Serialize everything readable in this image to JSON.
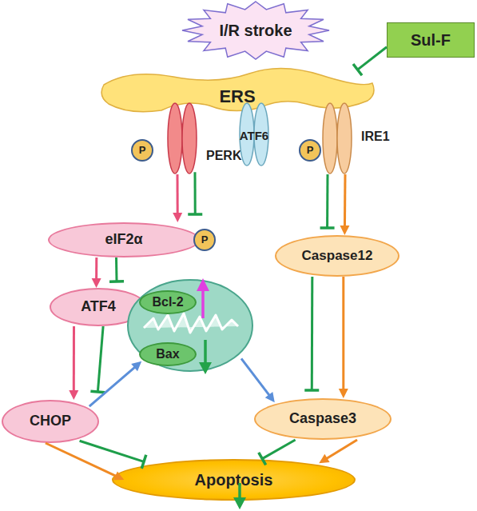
{
  "diagram": {
    "nodes": [
      {
        "text": [
          "I/R stroke"
        ]
      },
      {
        "text": [
          "Sul-F"
        ]
      },
      {
        "text": [
          "ERS"
        ]
      },
      {
        "text": [
          "P"
        ]
      },
      {
        "text": [
          "PERK"
        ]
      },
      {
        "text": [
          "ATF6"
        ]
      },
      {
        "text": [
          "P"
        ]
      },
      {
        "text": [
          "IRE1"
        ]
      },
      {
        "text": [
          "eIF2α"
        ]
      },
      {
        "text": [
          "P"
        ]
      },
      {
        "text": [
          "ATF4"
        ]
      },
      {
        "text": [
          "Caspase12"
        ]
      },
      {
        "text": []
      },
      {
        "text": [
          "Bcl-2"
        ],
        "in": 12
      },
      {
        "text": [
          "Bax"
        ],
        "in": 12
      },
      {
        "text": [
          "CHOP"
        ]
      },
      {
        "text": [
          "Caspase3"
        ]
      },
      {
        "text": [
          "Apoptosis"
        ]
      }
    ],
    "edges": [
      {
        "from": 1,
        "to": 2,
        "arrow": "to"
      },
      {
        "from": 4,
        "to": 8,
        "arrow": "to"
      },
      {
        "from": 4,
        "to": 8,
        "arrow": "to"
      },
      {
        "from": 8,
        "to": 10,
        "arrow": "to"
      },
      {
        "from": 8,
        "to": 10,
        "arrow": "to"
      },
      {
        "from": 10,
        "to": 15,
        "arrow": "to"
      },
      {
        "from": 10,
        "to": 15,
        "arrow": "to"
      },
      {
        "from": 7,
        "to": 11,
        "arrow": "to"
      },
      {
        "from": 7,
        "to": 11,
        "arrow": "to"
      },
      {
        "from": 11,
        "to": 16,
        "arrow": "to"
      },
      {
        "from": 11,
        "to": 16,
        "arrow": "to"
      },
      {
        "from": 15,
        "to": 12,
        "arrow": "to"
      },
      {
        "from": 12,
        "to": 16,
        "arrow": "to"
      },
      {
        "from": 15,
        "to": 17,
        "arrow": "to"
      },
      {
        "from": 15,
        "to": 17,
        "arrow": "to"
      },
      {
        "from": 16,
        "to": 17,
        "arrow": "to"
      },
      {
        "from": 16,
        "to": 17,
        "arrow": "to"
      }
    ]
  }
}
